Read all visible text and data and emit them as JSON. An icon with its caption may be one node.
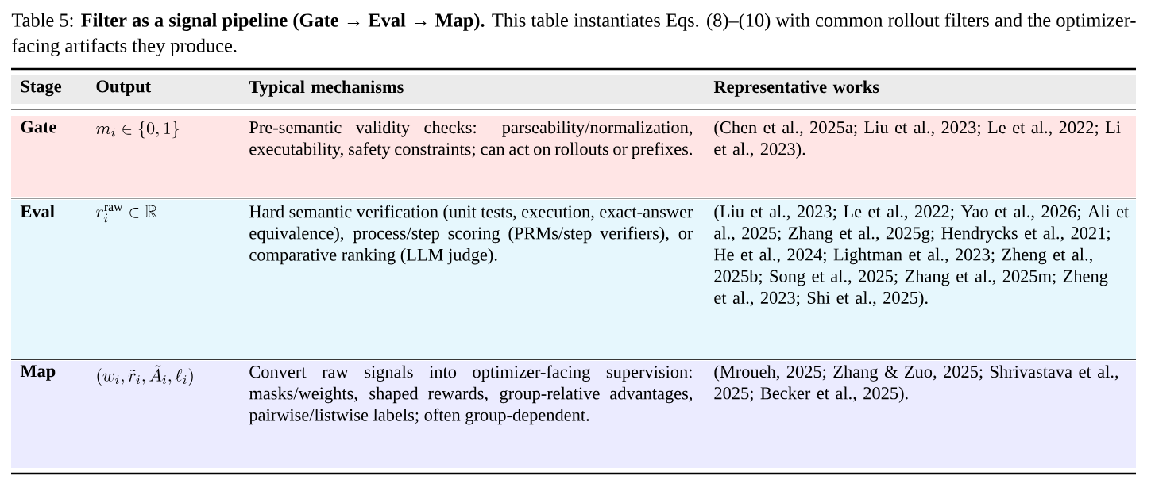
{
  "diagram": {
    "caption": "Table 5: **Filter as a signal pipeline (Gate → Eval → Map).** This table instantiates Eqs. (8)–(10) with common rollout filters and the optimizer-facing artifacts they produce.",
    "labels": [
      "Stage",
      "Output",
      "Typical mechanisms",
      "Representative works",
      "Gate",
      "m_i \\in \\{0,1\\}",
      "Pre-semantic validity checks: parseability/normalization, executability, safety constraints; can act on rollouts or prefixes.",
      "(Chen et al., 2025a; Liu et al., 2023; Le et al., 2022; Li et al., 2023).",
      "Eval",
      "r_i^{\\mathrm{raw}} \\in \\mathbb{R}",
      "Hard semantic verification (unit tests, execution, exact-answer equivalence), process/step scoring (PRMs/step verifiers), or comparative ranking (LLM judge).",
      "(Liu et al., 2023; Le et al., 2022; Yao et al., 2026; Ali et al., 2025; Zhang et al., 2025g; Hendrycks et al., 2021; He et al., 2024; Lightman et al., 2023; Zheng et al., 2025b; Song et al., 2025; Zhang et al., 2025m; Zheng et al., 2023; Shi et al., 2025).",
      "Map",
      "(w_i, \\tilde{r}_i, \\tilde{A}_i, \\ell_i)",
      "Convert raw signals into optimizer-facing supervision: masks/weights, shaped rewards, group-relative advantages, pairwise/listwise labels; often group-dependent.",
      "(Mroueh, 2025; Zhang & Zuo, 2025; Shrivastava et al., 2025; Becker et al., 2025)."
    ]
  }
}
